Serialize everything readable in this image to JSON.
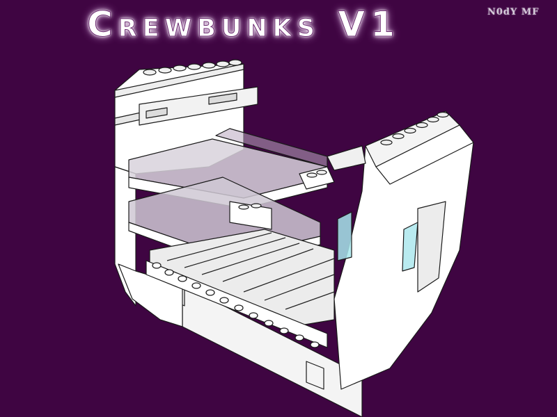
{
  "title": "Crewbunks V1",
  "signature": "N0dY MF",
  "colors": {
    "background": "#3f0542",
    "brick": "#ffffff",
    "brick_shade": "#e8e8e8",
    "outline": "#1a1a1a",
    "trans_panel": "#b9b0bd",
    "trans_cyan": "#a8e6ec"
  },
  "image": {
    "subject": "LEGO model render of crew bunks module with stacked bunks, white bricks and transparent panels"
  }
}
